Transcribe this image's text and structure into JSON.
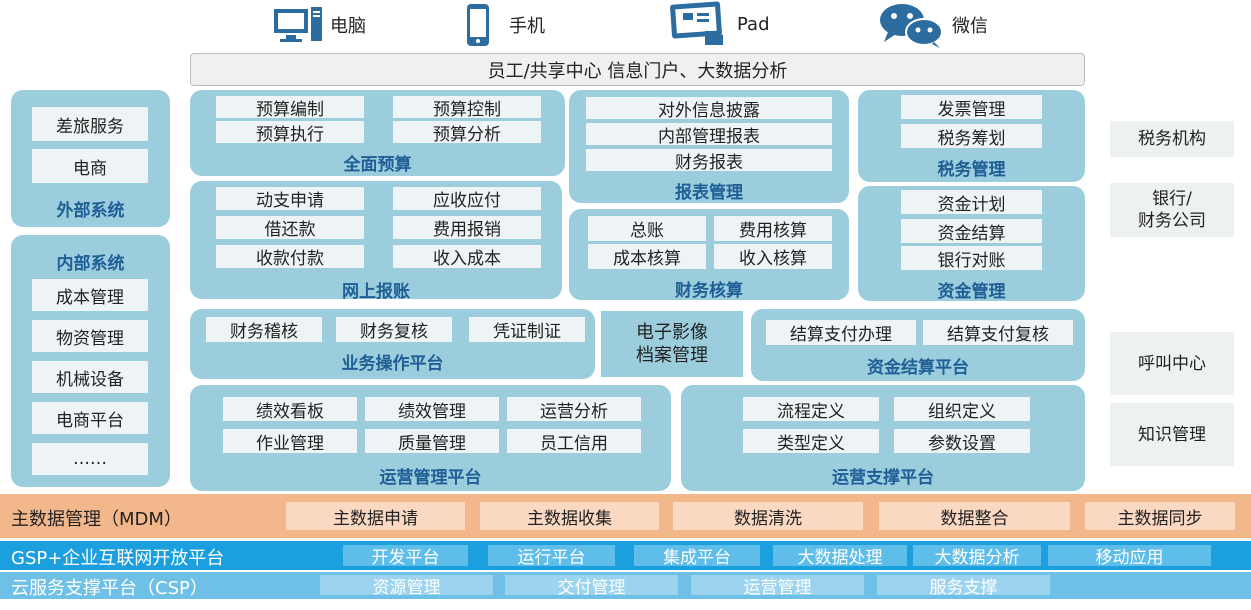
{
  "devices": [
    {
      "icon": "monitor-icon",
      "label": "电脑"
    },
    {
      "icon": "phone-icon",
      "label": "手机"
    },
    {
      "icon": "tablet-icon",
      "label": "Pad"
    },
    {
      "icon": "wechat-icon",
      "label": "微信"
    }
  ],
  "portal": "员工/共享中心 信息门户、大数据分析",
  "external": {
    "title": "外部系统",
    "items": [
      "差旅服务",
      "电商"
    ]
  },
  "internal": {
    "title": "内部系统",
    "items": [
      "成本管理",
      "物资管理",
      "机械设备",
      "电商平台",
      "……"
    ]
  },
  "budget": {
    "title": "全面预算",
    "items": [
      "预算编制",
      "预算控制",
      "预算执行",
      "预算分析"
    ]
  },
  "reimburse": {
    "title": "网上报账",
    "items": [
      "动支申请",
      "应收应付",
      "借还款",
      "费用报销",
      "收款付款",
      "收入成本"
    ]
  },
  "report": {
    "title": "报表管理",
    "items": [
      "对外信息披露",
      "内部管理报表",
      "财务报表"
    ]
  },
  "accounting": {
    "title": "财务核算",
    "items": [
      "总账",
      "费用核算",
      "成本核算",
      "收入核算"
    ]
  },
  "tax": {
    "title": "税务管理",
    "items": [
      "发票管理",
      "税务筹划"
    ]
  },
  "funds": {
    "title": "资金管理",
    "items": [
      "资金计划",
      "资金结算",
      "银行对账"
    ]
  },
  "bizop": {
    "title": "业务操作平台",
    "items": [
      "财务稽核",
      "财务复核",
      "凭证制证"
    ]
  },
  "archive": "电子影像\n档案管理",
  "settle": {
    "title": "资金结算平台",
    "items": [
      "结算支付办理",
      "结算支付复核"
    ]
  },
  "opsmgmt": {
    "title": "运营管理平台",
    "items": [
      "绩效看板",
      "绩效管理",
      "运营分析",
      "作业管理",
      "质量管理",
      "员工信用"
    ]
  },
  "opssupport": {
    "title": "运营支撑平台",
    "items": [
      "流程定义",
      "组织定义",
      "类型定义",
      "参数设置"
    ]
  },
  "right": [
    "税务机构",
    "银行/\n财务公司",
    "呼叫中心",
    "知识管理"
  ],
  "mdm": {
    "title": "主数据管理（MDM）",
    "items": [
      "主数据申请",
      "主数据收集",
      "数据清洗",
      "数据整合",
      "主数据同步"
    ]
  },
  "gsp": {
    "title": "GSP+企业互联网开放平台",
    "items": [
      "开发平台",
      "运行平台",
      "集成平台",
      "大数据处理",
      "大数据分析",
      "移动应用"
    ]
  },
  "csp": {
    "title": "云服务支撑平台（CSP）",
    "items": [
      "资源管理",
      "交付管理",
      "运营管理",
      "服务支撑"
    ]
  },
  "colors": {
    "panel": "#9ccddd",
    "title": "#1f5f96",
    "mdm": "#f3b78c",
    "gsp": "#1c9fdf",
    "csp": "#6fc0e6"
  }
}
